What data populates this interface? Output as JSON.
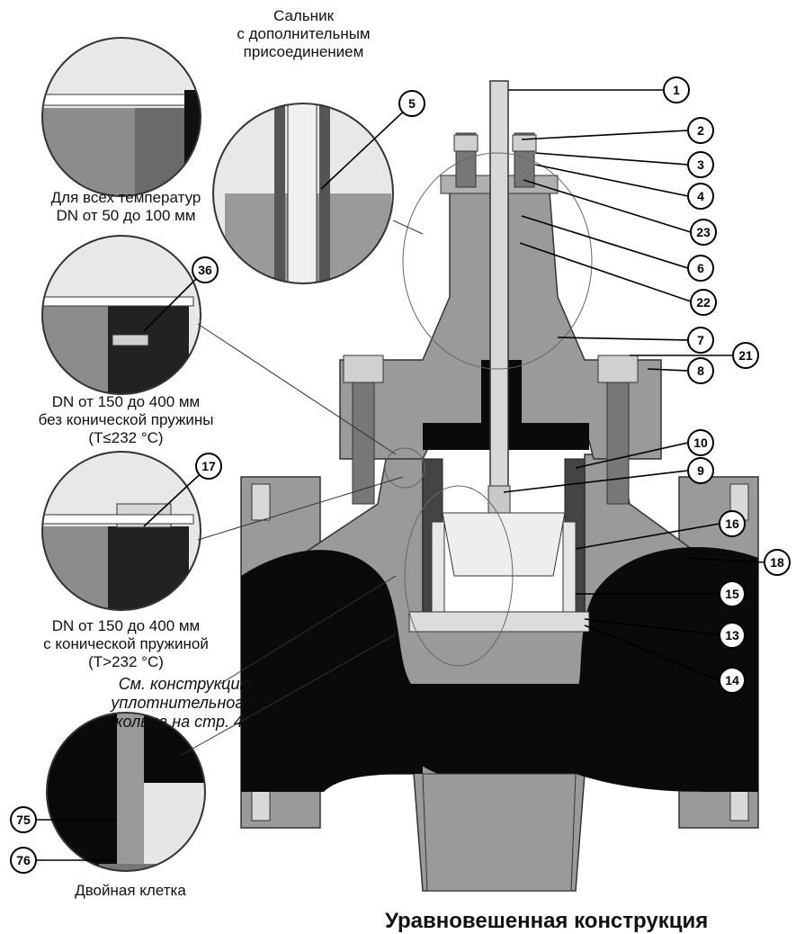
{
  "captions": {
    "gland_title": "Сальник\nс дополнительным\nприсоединением",
    "all_temps": "Для всех температур\nDN от 50 до 100 мм",
    "no_spring": "DN от 150 до 400 мм\nбез конической пружины\n(T≤232 °C)",
    "with_spring": "DN от 150 до 400 мм\nс конической пружиной\n(T>232 °C)",
    "see_ring": "См. конструкцию\nуплотнительного\nкольца на стр. 47",
    "double_cage": "Двойная клетка",
    "main_title": "Уравновешенная конструкция"
  },
  "callouts": [
    "1",
    "2",
    "3",
    "4",
    "23",
    "6",
    "22",
    "7",
    "21",
    "8",
    "10",
    "9",
    "16",
    "18",
    "15",
    "13",
    "14",
    "5",
    "36",
    "17",
    "75",
    "76"
  ],
  "colors": {
    "dark": "#0a0a0a",
    "mid": "#8c8c8c",
    "light": "#c4c4c4",
    "white": "#ffffff"
  }
}
